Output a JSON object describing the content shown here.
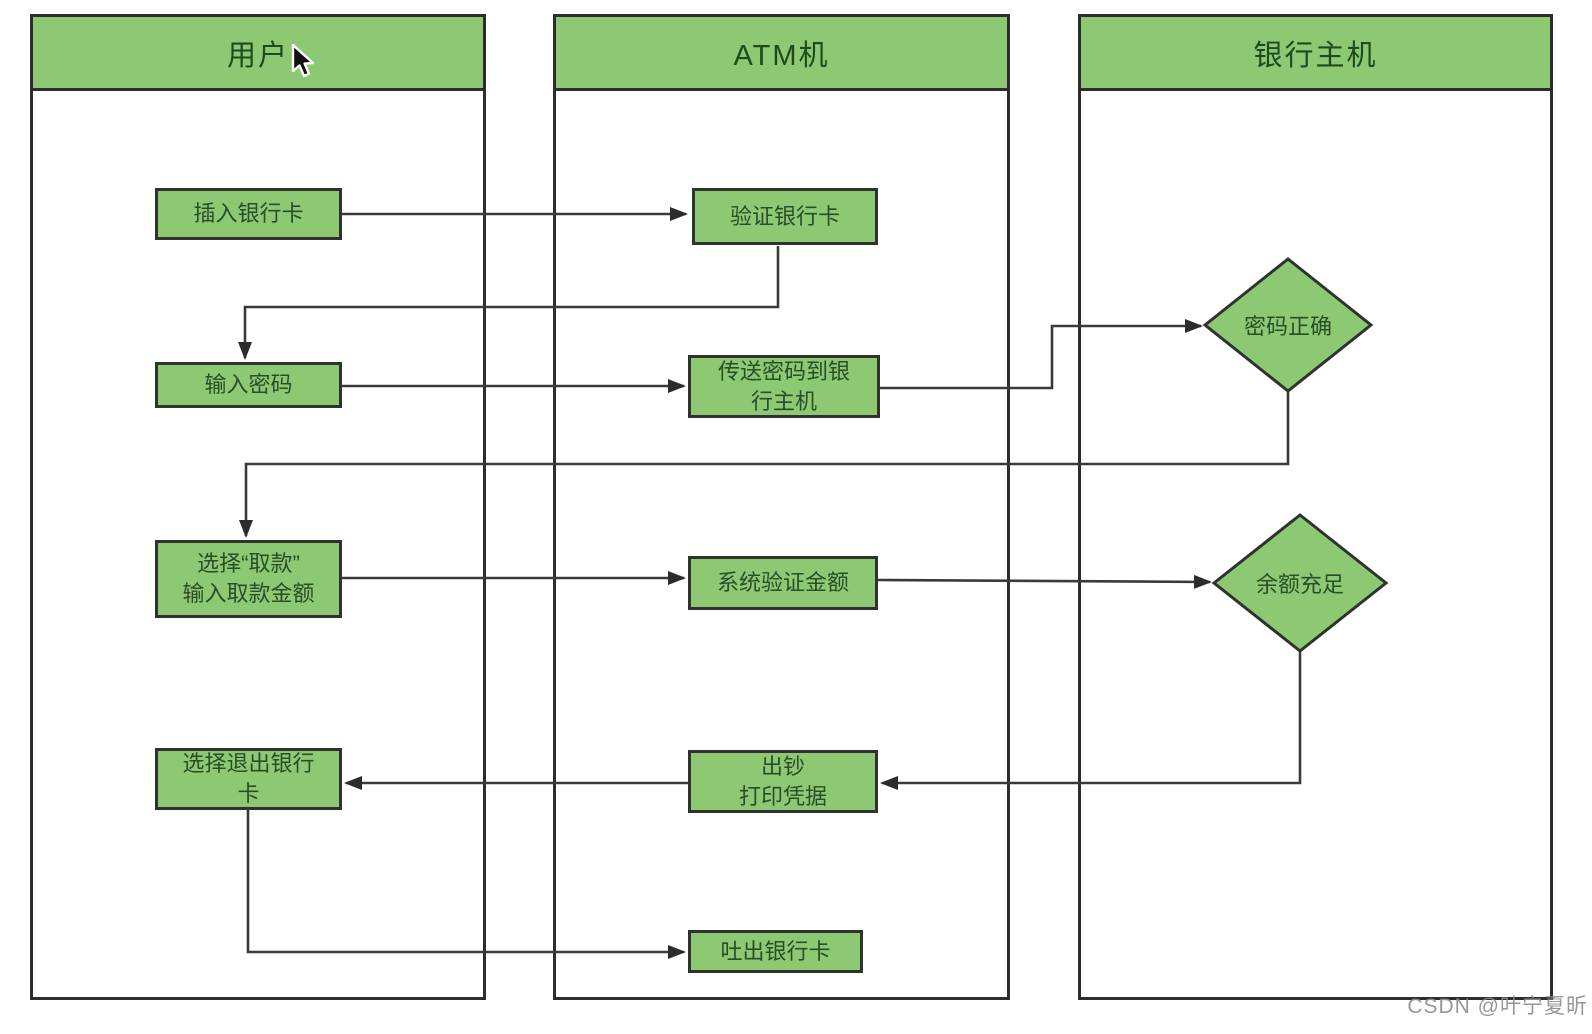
{
  "lanes": [
    {
      "id": "user",
      "label": "用户"
    },
    {
      "id": "atm",
      "label": "ATM机"
    },
    {
      "id": "bank",
      "label": "银行主机"
    }
  ],
  "nodes": {
    "insert_card": "插入银行卡",
    "verify_card": "验证银行卡",
    "enter_password": "输入密码",
    "send_password": "传送密码到银\n行主机",
    "password_correct": "密码正确",
    "select_withdraw": "选择“取款”\n输入取款金额",
    "verify_amount": "系统验证金额",
    "balance_sufficient": "余额充足",
    "eject_choice": "选择退出银行\n卡",
    "dispense_cash": "出钞\n打印凭据",
    "eject_card": "吐出银行卡"
  },
  "edges": [
    {
      "from": "insert_card",
      "to": "verify_card"
    },
    {
      "from": "verify_card",
      "to": "enter_password"
    },
    {
      "from": "enter_password",
      "to": "send_password"
    },
    {
      "from": "send_password",
      "to": "password_correct"
    },
    {
      "from": "password_correct",
      "to": "select_withdraw"
    },
    {
      "from": "select_withdraw",
      "to": "verify_amount"
    },
    {
      "from": "verify_amount",
      "to": "balance_sufficient"
    },
    {
      "from": "balance_sufficient",
      "to": "dispense_cash"
    },
    {
      "from": "dispense_cash",
      "to": "eject_choice"
    },
    {
      "from": "eject_choice",
      "to": "eject_card"
    }
  ],
  "watermark": "CSDN @叶宁夏昕",
  "colors": {
    "node_fill": "#8dc972",
    "node_border": "#2e332e",
    "lane_border": "#2d2d2d",
    "connector": "#3a3a3a",
    "text": "#2a4d2a"
  }
}
